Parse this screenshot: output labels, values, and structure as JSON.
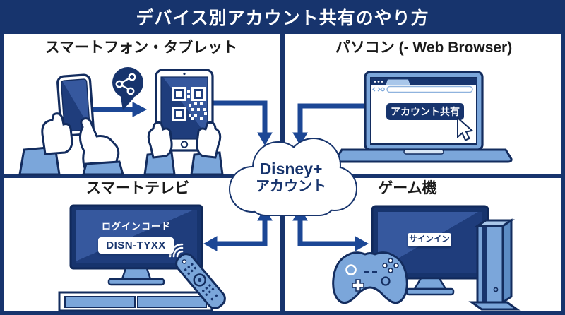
{
  "title": "デバイス別アカウント共有のやり方",
  "quadrants": {
    "smartphone_tablet": {
      "label": "スマートフォン・タブレット"
    },
    "pc": {
      "label": "パソコン (- Web Browser)",
      "share_button": "アカウント共有"
    },
    "smart_tv": {
      "label": "スマートテレビ",
      "screen_caption": "ログインコード",
      "login_code": "DISN-TYXX"
    },
    "game_console": {
      "label": "ゲーム機",
      "signin_button": "サインイン"
    }
  },
  "cloud": {
    "line1": "Disney+",
    "line2": "アカウント"
  },
  "icons": [
    "share-icon",
    "cursor-icon",
    "qr-code-icon",
    "wifi-waves-icon",
    "browser-tab-icon",
    "power-icon"
  ],
  "colors": {
    "navy": "#17346d",
    "outline": "#132c5e",
    "arrow_blue": "#1c4795",
    "light_blue": "#7ba6da",
    "screen_light": "#36589e",
    "screen_dark": "#1f3d7c"
  }
}
